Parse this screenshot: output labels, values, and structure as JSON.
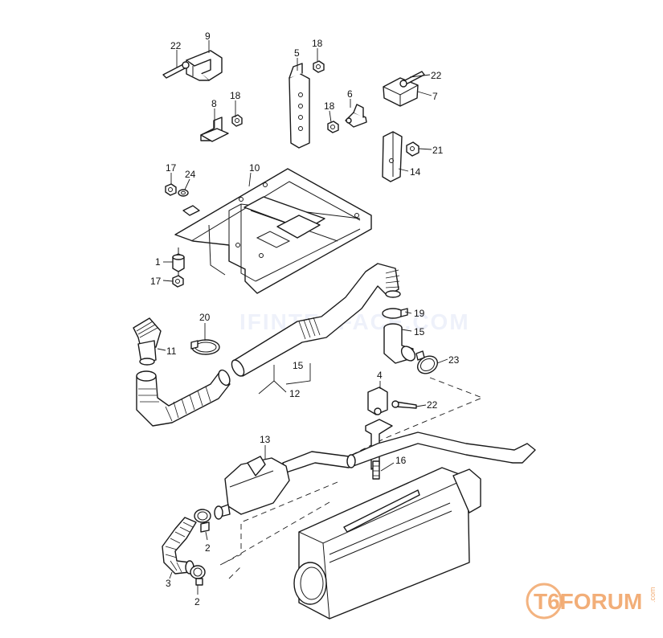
{
  "watermark": {
    "text": "IFINTERFACE.COM"
  },
  "logo": {
    "text": "T6FORUM",
    "suffix": ".com",
    "color": "#f0a060"
  },
  "callouts": {
    "c1": "1",
    "c2a": "2",
    "c2b": "2",
    "c3": "3",
    "c4": "4",
    "c5": "5",
    "c6": "6",
    "c7": "7",
    "c8": "8",
    "c9": "9",
    "c10": "10",
    "c11": "11",
    "c12": "12",
    "c13": "13",
    "c14": "14",
    "c15a": "15",
    "c15b": "15",
    "c16": "16",
    "c17a": "17",
    "c17b": "17",
    "c18a": "18",
    "c18b": "18",
    "c18c": "18",
    "c19": "19",
    "c20": "20",
    "c21": "21",
    "c22a": "22",
    "c22b": "22",
    "c22c": "22",
    "c23": "23",
    "c24": "24"
  }
}
